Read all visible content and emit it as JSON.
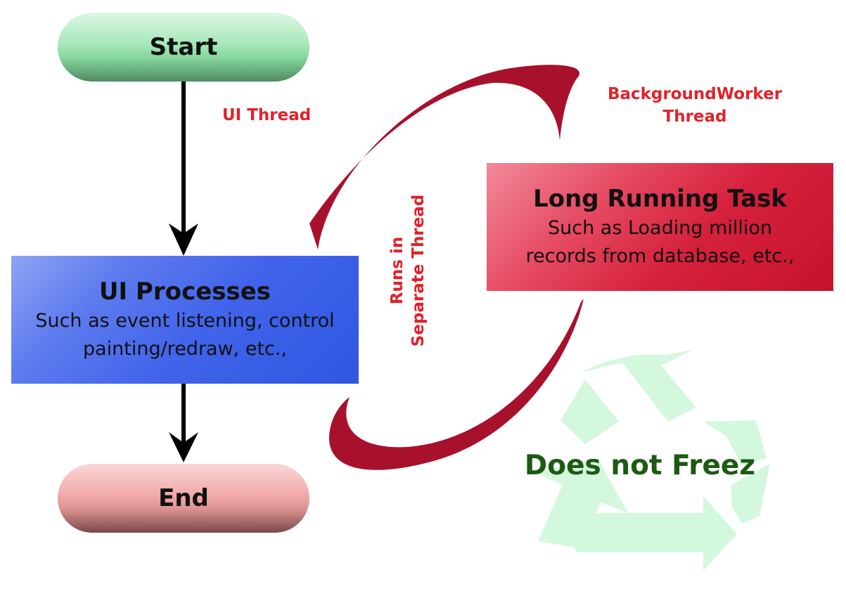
{
  "nodes": {
    "start": "Start",
    "end": "End"
  },
  "ui_processes": {
    "title": "UI Processes",
    "line1": "Such as event listening, control",
    "line2": "painting/redraw, etc.,"
  },
  "long_task": {
    "title": "Long Running Task",
    "line1": "Such as Loading million",
    "line2": "records from database, etc.,"
  },
  "labels": {
    "ui_thread": "UI Thread",
    "bgw_line1": "BackgroundWorker",
    "bgw_line2": "Thread",
    "runs_line1": "Runs in",
    "runs_line2": "Separate Thread",
    "does_not_freez": "Does not Freez"
  },
  "colors": {
    "label_red": "#e0222a",
    "loop_arrow": "#a8112c",
    "freez_green": "#1d5a12",
    "recycle_mint": "#d3f8de"
  },
  "icons": {
    "background": "recycle-icon"
  }
}
